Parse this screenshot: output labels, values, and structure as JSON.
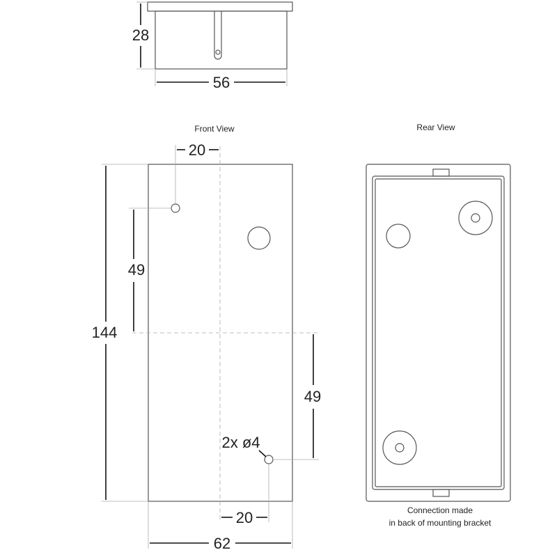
{
  "top_view": {
    "height_dim": "28",
    "width_dim": "56"
  },
  "front_view": {
    "title": "Front View",
    "dim_top_offset": "20",
    "dim_left_49": "49",
    "dim_height": "144",
    "dim_right_49": "49",
    "hole_note": "2x ø4",
    "dim_bottom_offset": "20",
    "dim_width": "62"
  },
  "rear_view": {
    "title": "Rear View",
    "note_line1": "Connection made",
    "note_line2": "in back of mounting bracket"
  }
}
